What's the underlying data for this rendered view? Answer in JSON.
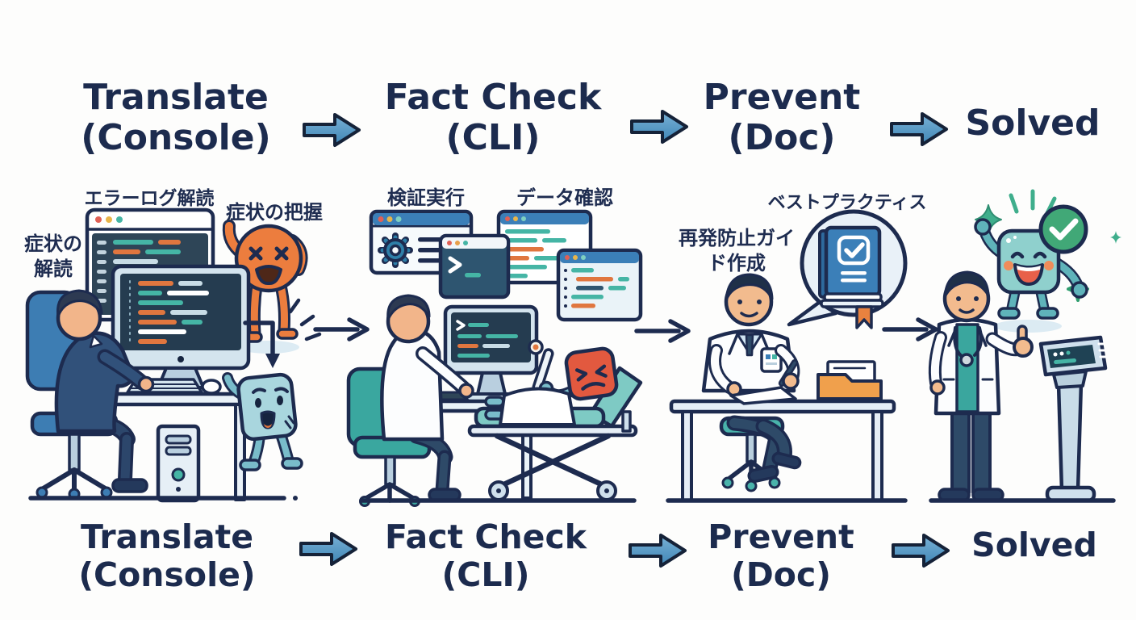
{
  "steps": [
    {
      "id": "translate",
      "line1": "Translate",
      "line2": "(Console)"
    },
    {
      "id": "fact_check",
      "line1": "Fact Check",
      "line2": "(CLI)"
    },
    {
      "id": "prevent",
      "line1": "Prevent",
      "line2": "(Doc)"
    },
    {
      "id": "solved",
      "line1": "Solved",
      "line2": ""
    }
  ],
  "annotations": {
    "translate": {
      "error_log": "エラーログ解読",
      "symptom_grasp": "症状の把握",
      "symptom_decode_l1": "症状の",
      "symptom_decode_l2": "解読"
    },
    "fact_check": {
      "verify_run": "検証実行",
      "data_check": "データ確認",
      "terminal_prompt": ">_"
    },
    "prevent": {
      "best_practice": "ベストプラクティス",
      "guide_l1": "再発防止ガイ",
      "guide_l2": "ド作成"
    }
  },
  "icons": {
    "flow_arrow": "thick-right-arrow",
    "mid_arrow": "thin-right-arrow",
    "gear": "gear-icon",
    "terminal": "terminal-prompt-icon",
    "book": "guide-book-icon",
    "check": "checkmark-icon",
    "sparkle": "sparkle-icon",
    "folder": "folder-icon",
    "thermometer": "thermometer-icon",
    "stethoscope": "stethoscope-icon"
  },
  "colors": {
    "heading_navy": "#1c2b4e",
    "outline_navy": "#1d2b4f",
    "arrow_blue": "#4e93c0",
    "window_blue": "#3b7fb8",
    "code_teal": "#45b5a5",
    "code_orange": "#e0763f",
    "character_orange": "#ec7d3e",
    "character_teal": "#8fd0cd",
    "success_green": "#41a877",
    "gurney_teal": "#7ecac4",
    "folder_orange": "#f0a04c"
  }
}
